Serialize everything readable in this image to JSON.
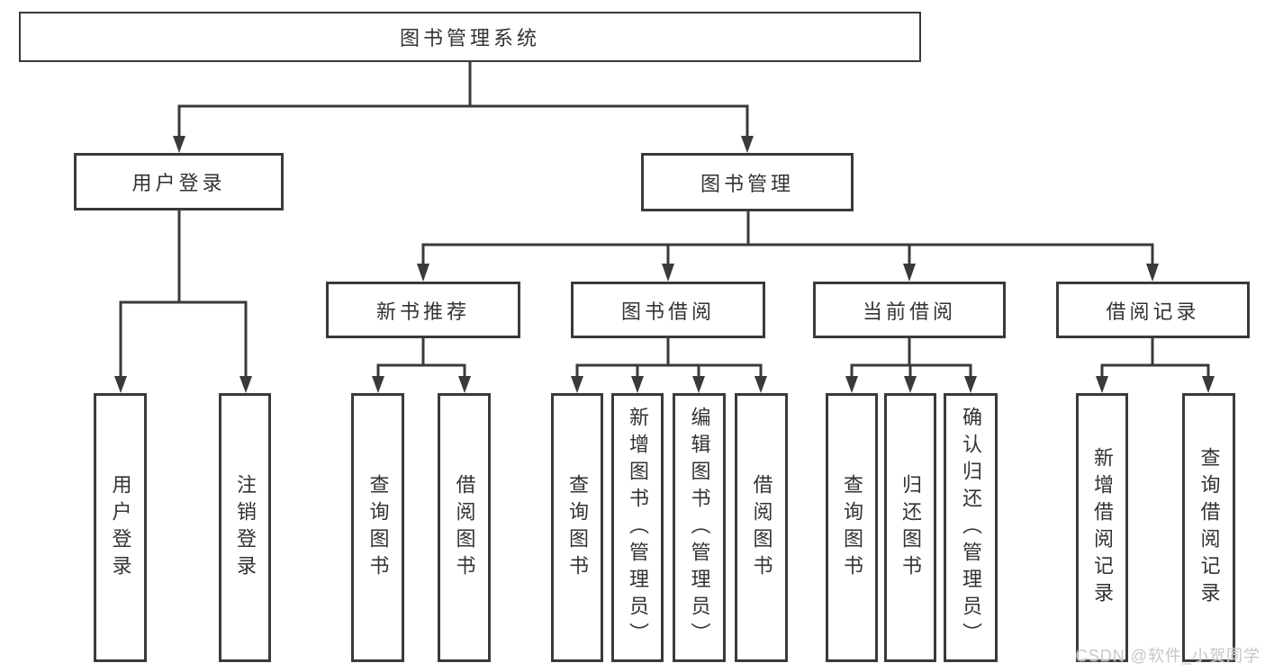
{
  "diagram": {
    "root": {
      "label": "图书管理系统"
    },
    "level2": [
      {
        "label": "用户登录",
        "parent": "图书管理系统"
      },
      {
        "label": "图书管理",
        "parent": "图书管理系统"
      }
    ],
    "level3": [
      {
        "label": "新书推荐",
        "parent": "图书管理"
      },
      {
        "label": "图书借阅",
        "parent": "图书管理"
      },
      {
        "label": "当前借阅",
        "parent": "图书管理"
      },
      {
        "label": "借阅记录",
        "parent": "图书管理"
      }
    ],
    "leaves": [
      {
        "label": "用户登录",
        "parent": "用户登录"
      },
      {
        "label": "注销登录",
        "parent": "用户登录"
      },
      {
        "label": "查询图书",
        "parent": "新书推荐"
      },
      {
        "label": "借阅图书",
        "parent": "新书推荐"
      },
      {
        "label": "查询图书",
        "parent": "图书借阅"
      },
      {
        "label": "新增图书（管理员）",
        "parent": "图书借阅"
      },
      {
        "label": "编辑图书（管理员）",
        "parent": "图书借阅"
      },
      {
        "label": "借阅图书",
        "parent": "图书借阅"
      },
      {
        "label": "查询图书",
        "parent": "当前借阅"
      },
      {
        "label": "归还图书",
        "parent": "当前借阅"
      },
      {
        "label": "确认归还（管理员）",
        "parent": "当前借阅"
      },
      {
        "label": "新增借阅记录",
        "parent": "借阅记录"
      },
      {
        "label": "查询借阅记录",
        "parent": "借阅记录"
      }
    ],
    "colors": {
      "line": "#3a3a3a",
      "text": "#333333",
      "background": "#ffffff",
      "watermark": "#c7c7c7"
    }
  },
  "watermark": {
    "text": "CSDN @软件_小贺同学"
  }
}
